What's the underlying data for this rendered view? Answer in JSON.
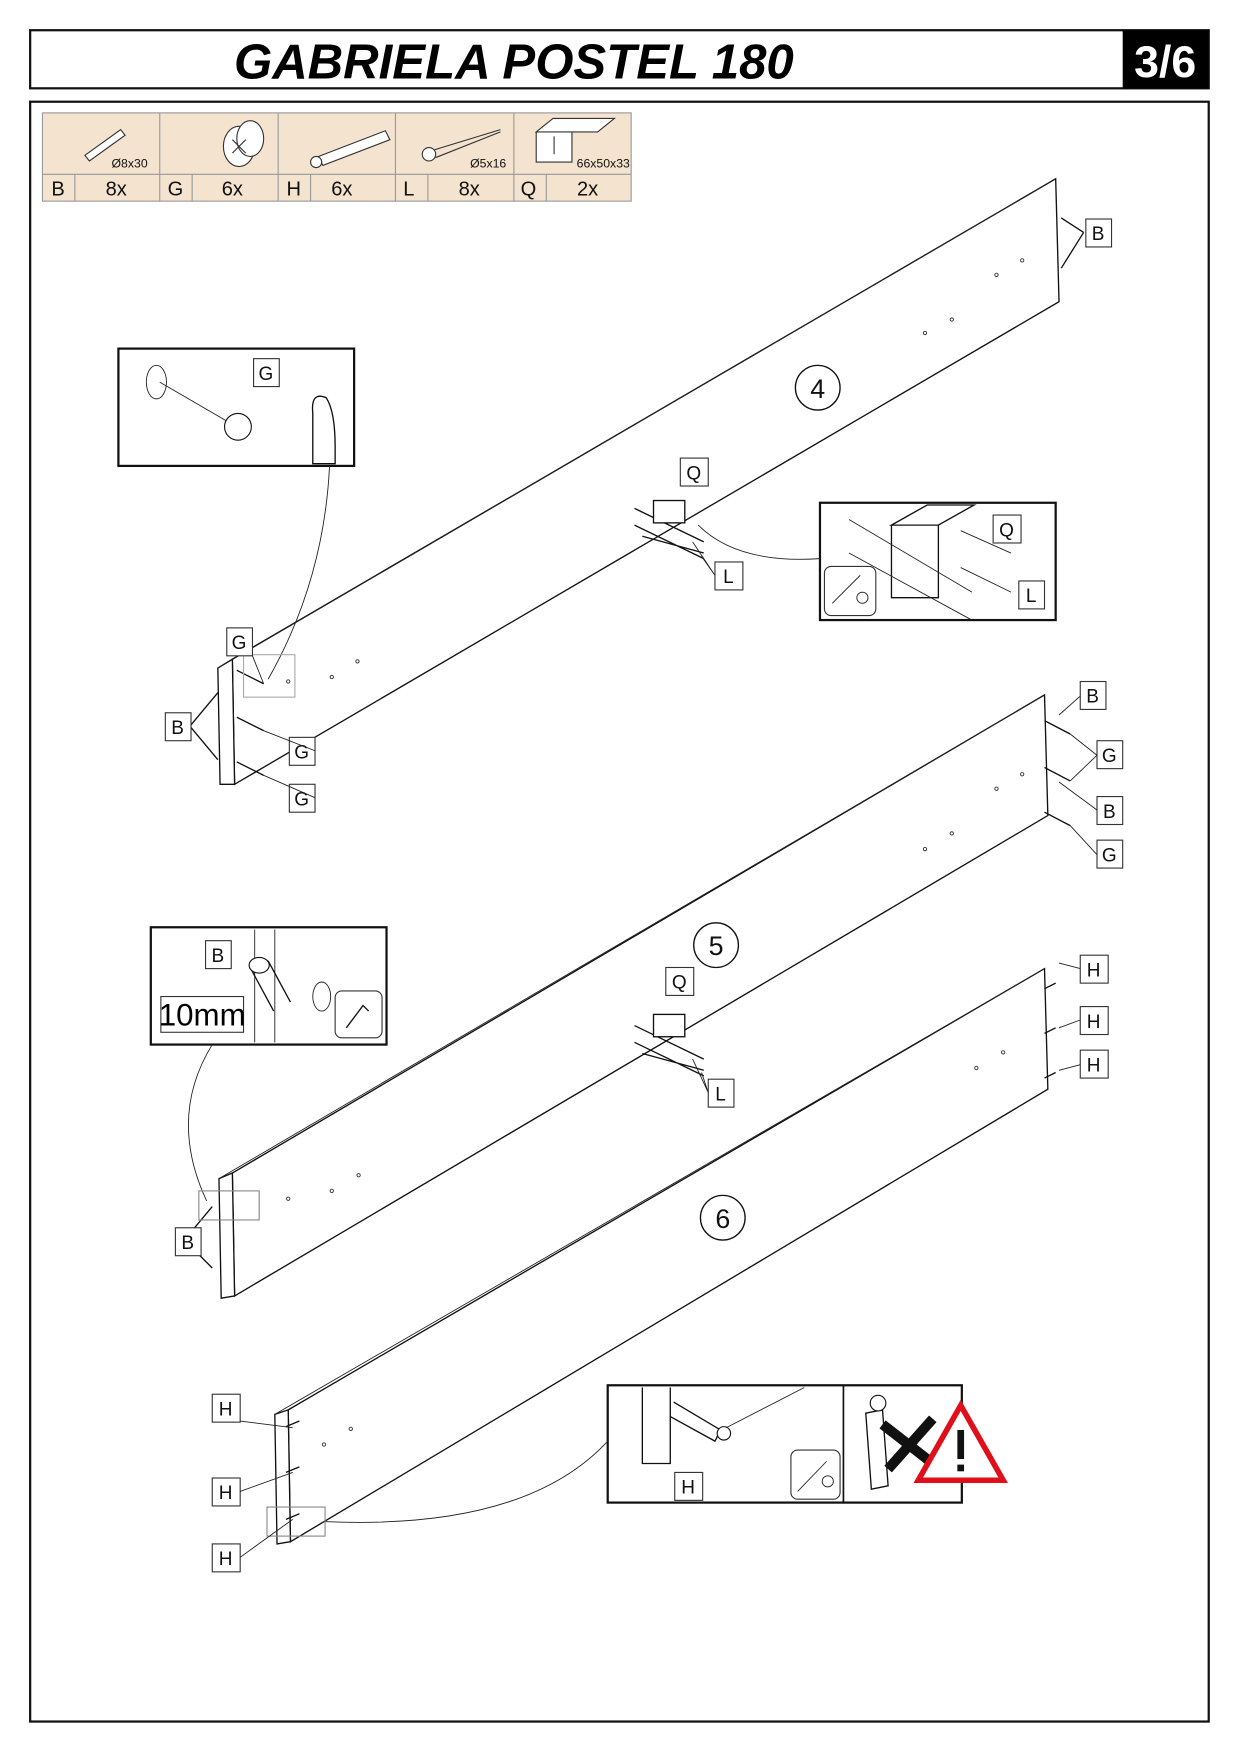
{
  "header": {
    "title": "GABRIELA POSTEL 180",
    "page": "3/6"
  },
  "parts": [
    {
      "letter": "B",
      "qty": "8x",
      "size": "Ø8x30",
      "icon": "dowel-icon"
    },
    {
      "letter": "G",
      "qty": "6x",
      "size": "",
      "icon": "cam-lock-icon"
    },
    {
      "letter": "H",
      "qty": "6x",
      "size": "",
      "icon": "cam-bolt-icon"
    },
    {
      "letter": "L",
      "qty": "8x",
      "size": "Ø5x16",
      "icon": "screw-icon"
    },
    {
      "letter": "Q",
      "qty": "2x",
      "size": "66x50x33",
      "icon": "angle-bracket-icon"
    }
  ],
  "steps": [
    "4",
    "5",
    "6"
  ],
  "labels": {
    "B": "B",
    "G": "G",
    "H": "H",
    "L": "L",
    "Q": "Q"
  },
  "dimension": "10mm",
  "colors": {
    "parts_bg": "#f3e3cf",
    "warning": "#e0101a"
  }
}
